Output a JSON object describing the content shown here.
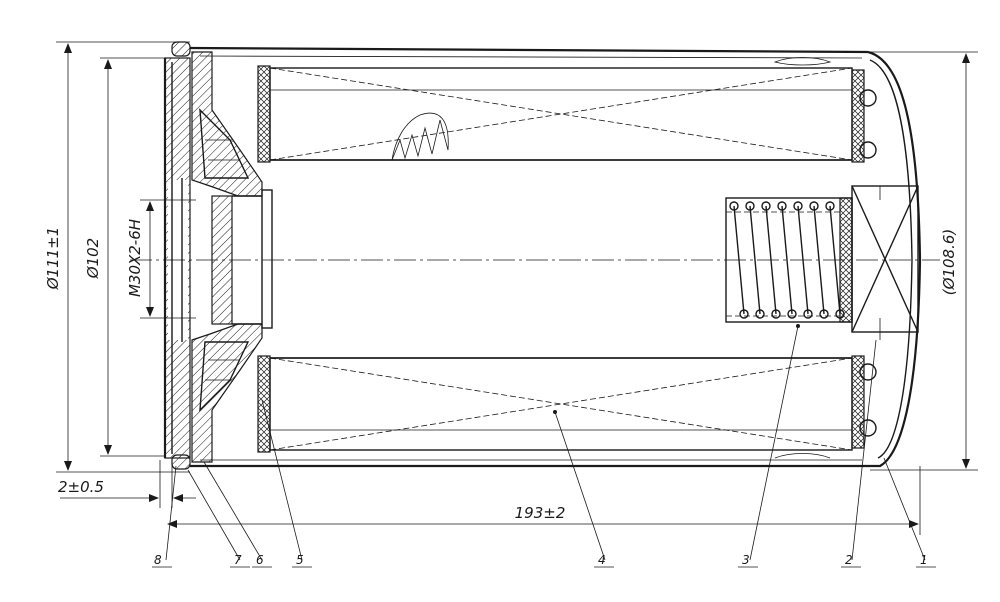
{
  "dimensions": {
    "outer_diameter": "Ø111±1",
    "inner_diameter": "Ø102",
    "thread": "M30X2-6H",
    "end_diameter": "(Ø108.6)",
    "gasket_offset": "2±0.5",
    "overall_length": "193±2"
  },
  "callouts": [
    "8",
    "7",
    "6",
    "5",
    "4",
    "3",
    "2",
    "1"
  ],
  "colors": {
    "ink": "#1a1a1a",
    "background": "#ffffff"
  }
}
